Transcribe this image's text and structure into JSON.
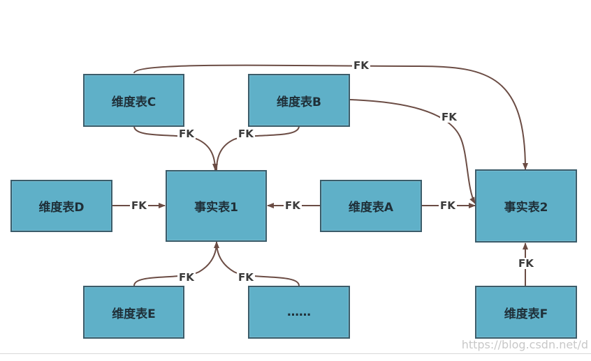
{
  "nodes": {
    "dim_c": "维度表C",
    "dim_b": "维度表B",
    "dim_d": "维度表D",
    "fact_1": "事实表1",
    "dim_a": "维度表A",
    "fact_2": "事实表2",
    "dim_e": "维度表E",
    "dim_ellipsis": "……",
    "dim_f": "维度表F"
  },
  "edges": {
    "label": "FK"
  },
  "colors": {
    "box_fill": "#5fb0c8",
    "box_border": "#3b5c6a",
    "arrow": "#6b4c44",
    "underline": "#e0001b"
  },
  "watermark": "https://blog.csdn.net/d"
}
